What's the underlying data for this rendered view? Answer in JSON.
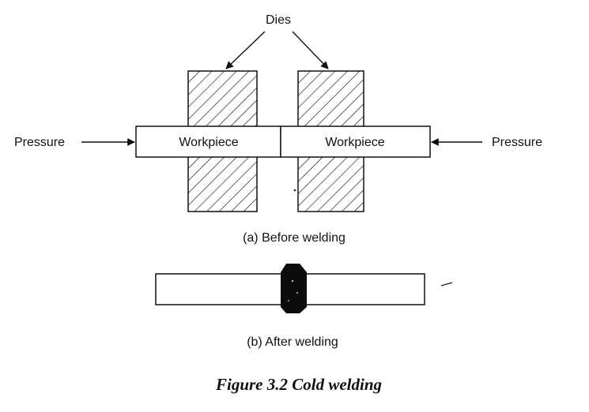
{
  "diagram": {
    "dies_label": "Dies",
    "pressure_left_label": "Pressure",
    "pressure_right_label": "Pressure",
    "workpiece_left_label": "Workpiece",
    "workpiece_right_label": "Workpiece",
    "caption_before": "(a) Before welding",
    "caption_after": "(b) After welding",
    "figure_caption": "Figure 3.2 Cold welding"
  }
}
